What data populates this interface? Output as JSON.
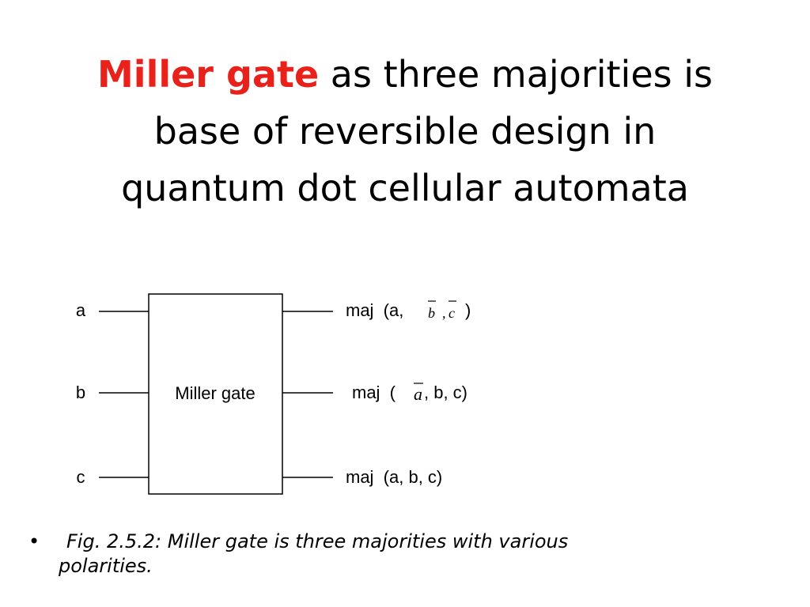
{
  "title": {
    "highlight": "Miller gate",
    "line1_rest": "as three majorities is",
    "line2": "base of reversible design in",
    "line3": "quantum dot cellular automata",
    "highlight_color": "#e8211a"
  },
  "diagram": {
    "box_label": "Miller gate",
    "inputs": [
      "a",
      "b",
      "c"
    ],
    "outputs": [
      {
        "prefix": "maj  (a,",
        "var1": "b",
        "sep": ",",
        "var2": "c",
        "suffix": ")"
      },
      {
        "prefix": "maj  (",
        "var1": "a",
        "suffix": ", b, c)"
      },
      {
        "text": "maj  (a, b, c)"
      }
    ]
  },
  "caption": {
    "bullet": "•",
    "line1": "Fig. 2.5.2: Miller gate is three majorities with various",
    "line2": "polarities."
  }
}
